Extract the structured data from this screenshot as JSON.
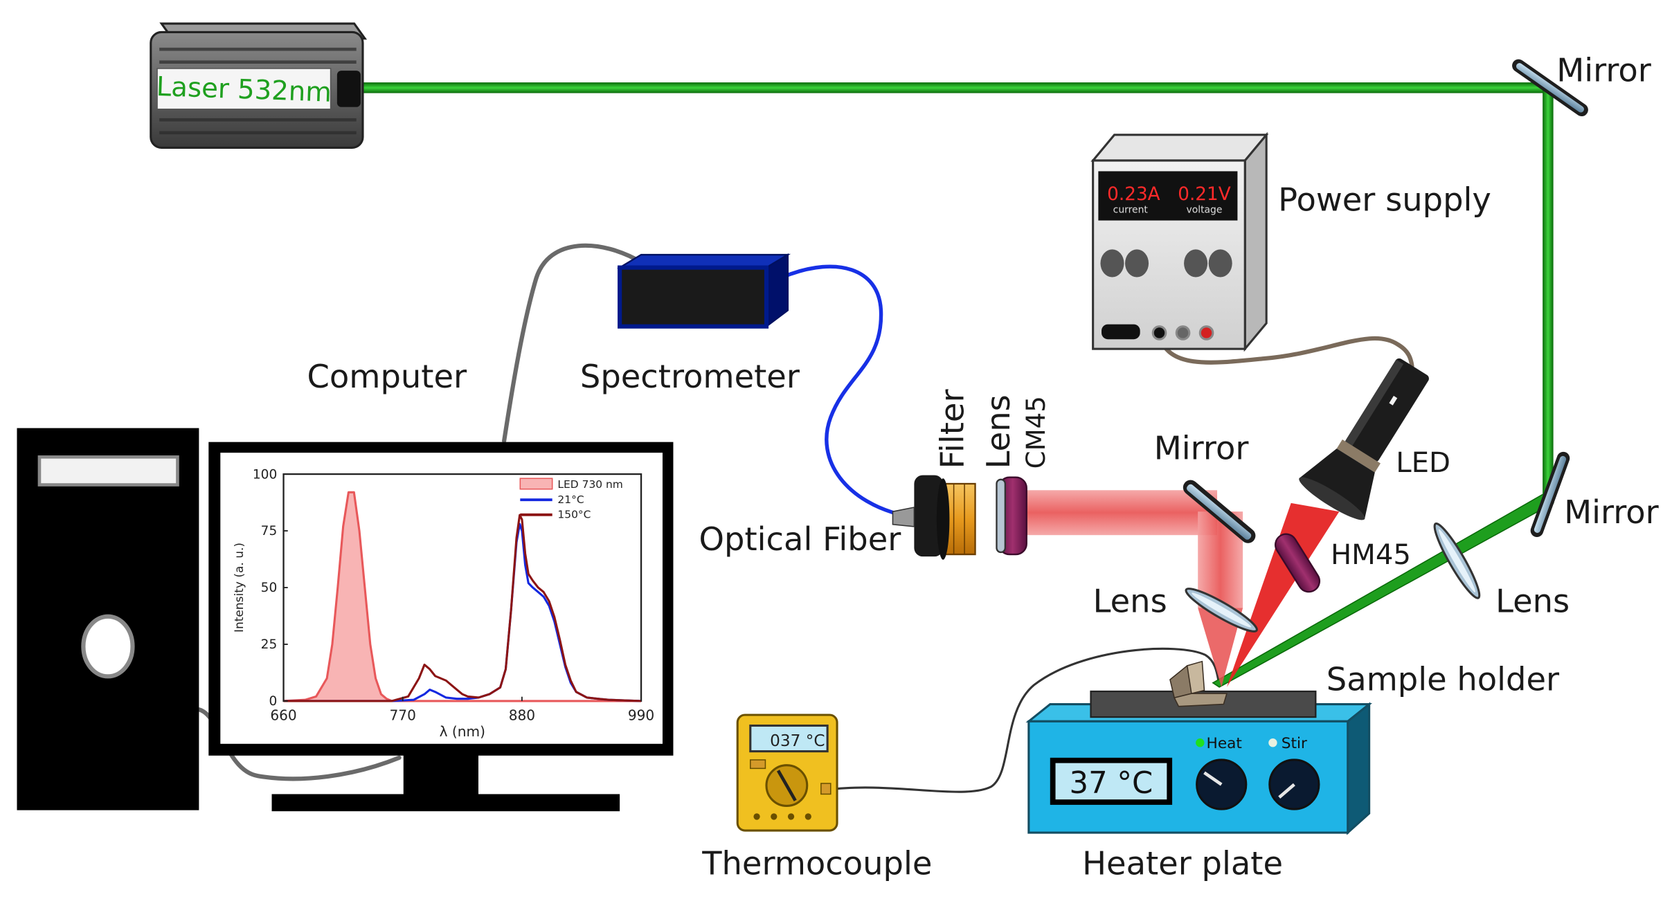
{
  "labels": {
    "laser": "Laser 532nm",
    "mirror_top": "Mirror",
    "power_supply": "Power supply",
    "computer": "Computer",
    "spectrometer": "Spectrometer",
    "filter": "Filter",
    "lens_vertical": "Lens",
    "cm45": "CM45",
    "mirror_middle": "Mirror",
    "led": "LED",
    "mirror_right": "Mirror",
    "optical_fiber": "Optical Fiber",
    "hm45": "HM45",
    "lens_left": "Lens",
    "lens_right": "Lens",
    "sample_holder": "Sample holder",
    "thermocouple": "Thermocouple",
    "heater_plate": "Heater plate"
  },
  "power_supply_display": {
    "current_value": "0.23A",
    "current_label": "current",
    "voltage_value": "0.21V",
    "voltage_label": "voltage"
  },
  "thermocouple_display": {
    "value": "037 °C"
  },
  "heater_display": {
    "value": "37 °C",
    "heat_label": "Heat",
    "stir_label": "Stir"
  },
  "colors": {
    "laser_beam": "#1fa01f",
    "led_beam": "#ee3b3b",
    "spectrometer_body": "#001a8c",
    "heater_body": "#1fb4e6",
    "multimeter_body": "#f0c020"
  },
  "chart_data": {
    "type": "line",
    "xlabel": "λ (nm)",
    "ylabel": "Intensity (a. u.)",
    "xlim": [
      660,
      990
    ],
    "ylim": [
      0,
      100
    ],
    "xticks": [
      660,
      770,
      880,
      990
    ],
    "yticks": [
      0,
      25,
      50,
      75,
      100
    ],
    "legend_position": "top-right",
    "series": [
      {
        "name": "LED 730 nm",
        "color": "#e8585a",
        "fill": "#f8b4b4",
        "x": [
          660,
          680,
          690,
          700,
          705,
          710,
          715,
          720,
          725,
          730,
          735,
          740,
          745,
          750,
          755,
          760,
          770,
          990
        ],
        "y": [
          0,
          0.5,
          2,
          10,
          25,
          50,
          77,
          92,
          92,
          75,
          50,
          25,
          10,
          3,
          1,
          0,
          0,
          0
        ]
      },
      {
        "name": "21°C",
        "color": "#1428e0",
        "x": [
          660,
          760,
          780,
          790,
          795,
          800,
          810,
          820,
          830,
          840,
          850,
          860,
          865,
          870,
          875,
          878,
          880,
          883,
          886,
          890,
          895,
          900,
          905,
          910,
          915,
          920,
          925,
          930,
          940,
          950,
          960,
          990
        ],
        "y": [
          0,
          0,
          0.5,
          3,
          5,
          4,
          1.5,
          1,
          1,
          1.5,
          3,
          6,
          14,
          40,
          70,
          78,
          75,
          60,
          52,
          50,
          48,
          46,
          42,
          35,
          25,
          15,
          8,
          4,
          1.5,
          1,
          0.5,
          0
        ]
      },
      {
        "name": "150°C",
        "color": "#8c1414",
        "x": [
          660,
          760,
          775,
          785,
          790,
          795,
          800,
          805,
          810,
          815,
          820,
          825,
          830,
          840,
          850,
          860,
          865,
          870,
          875,
          878,
          880,
          883,
          886,
          890,
          895,
          900,
          905,
          910,
          915,
          920,
          925,
          930,
          940,
          950,
          960,
          990
        ],
        "y": [
          0,
          0,
          2,
          10,
          16,
          14,
          11,
          10,
          9,
          7,
          5,
          3,
          2,
          1.5,
          3,
          6,
          14,
          40,
          72,
          82,
          80,
          65,
          56,
          53,
          50,
          48,
          44,
          37,
          27,
          16,
          9,
          4,
          1.5,
          1,
          0.5,
          0
        ]
      }
    ]
  }
}
